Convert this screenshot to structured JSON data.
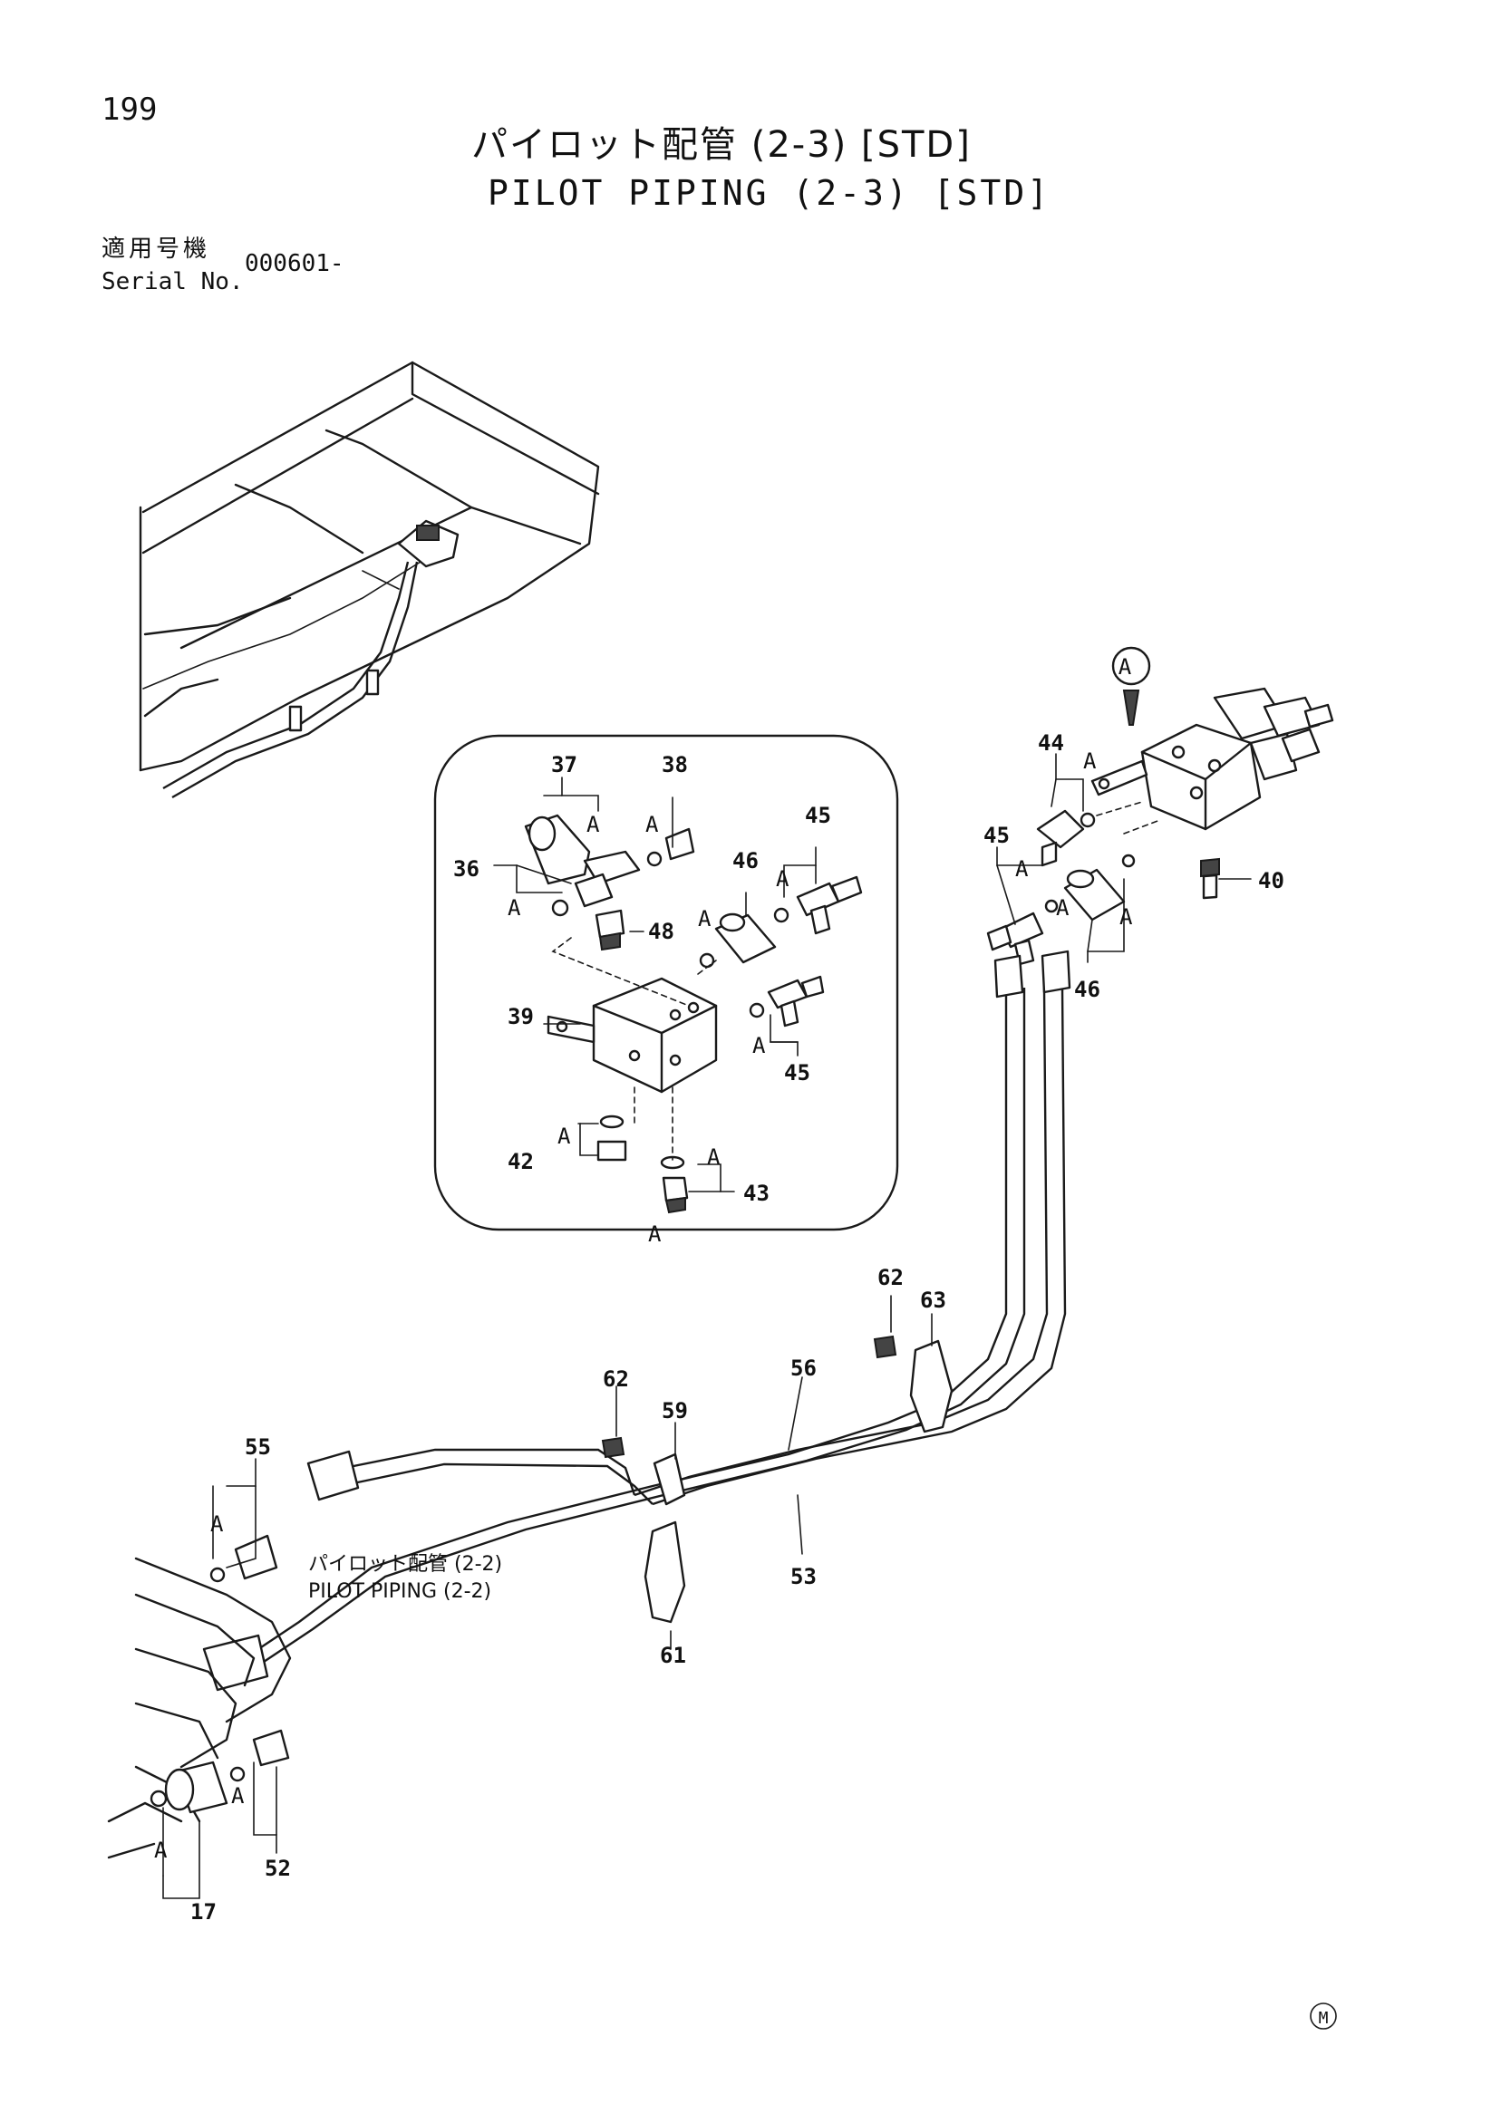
{
  "page_number": "199",
  "title_jp": "パイロット配管 (2-3) [STD]",
  "title_en": "PILOT PIPING (2-3) [STD]",
  "serial": {
    "label_jp": "適用号機",
    "label_en": "Serial No.",
    "value": "000601-"
  },
  "view_marker": "A",
  "detail_label": "A",
  "connector_label": "A",
  "callouts": {
    "c17": "17",
    "c36": "36",
    "c37": "37",
    "c38": "38",
    "c39": "39",
    "c40": "40",
    "c42": "42",
    "c43": "43",
    "c44": "44",
    "c45": "45",
    "c46": "46",
    "c48": "48",
    "c52": "52",
    "c53": "53",
    "c55": "55",
    "c56": "56",
    "c59": "59",
    "c61": "61",
    "c62": "62",
    "c63": "63"
  },
  "cross_ref": {
    "jp": "パイロット配管 (2-2)",
    "en": "PILOT PIPING (2-2)"
  },
  "footer_mark": "M"
}
